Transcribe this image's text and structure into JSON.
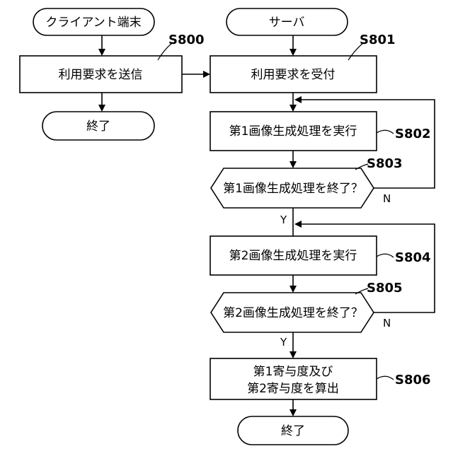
{
  "nodes": {
    "client_start": "クライアント端末",
    "send_request": "利用要求を送信",
    "client_end": "終了",
    "server_start": "サーバ",
    "receive_request": "利用要求を受付",
    "exec_gen1": "第1画像生成処理を実行",
    "check_gen1": "第1画像生成処理を終了？",
    "exec_gen2": "第2画像生成処理を実行",
    "check_gen2": "第2画像生成処理を終了？",
    "calc_line1": "第1寄与度及び",
    "calc_line2": "第2寄与度を算出",
    "server_end": "終了"
  },
  "steps": {
    "s800": "S800",
    "s801": "S801",
    "s802": "S802",
    "s803": "S803",
    "s804": "S804",
    "s805": "S805",
    "s806": "S806"
  },
  "branches": {
    "yes1": "Y",
    "no1": "N",
    "yes2": "Y",
    "no2": "N"
  }
}
